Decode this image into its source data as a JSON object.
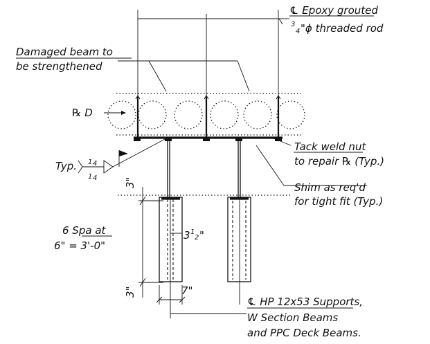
{
  "labels": {
    "epoxy_line1": "℄ Epoxy grouted",
    "epoxy_line2_num": "3",
    "epoxy_line2_den": "4",
    "epoxy_line2_text": "\"ϕ threaded rod",
    "damaged_line1": "Damaged beam to",
    "damaged_line2": "be strengthened",
    "plate_d": "℞ D",
    "tack_line1": "Tack weld nut",
    "tack_line2": "to repair ℞ (Typ.)",
    "typ": "Typ.",
    "weld_top": "1",
    "weld_top_den": "4",
    "weld_bot": "1",
    "weld_bot_den": "4",
    "shim_line1": "Shim as req'd",
    "shim_line2": "for tight fit (Typ.)",
    "dim_top": "3\"",
    "spa_line1": "6 Spa at",
    "spa_line2": "6\" = 3'-0\"",
    "dim_half": "3",
    "dim_half_frac": "1",
    "dim_half_frac2": "2",
    "dim_half_unit": "\"",
    "dim_bottom": "3\"",
    "dim_seven": "7\"",
    "hp_line1": "℄ HP 12x53 Supports,",
    "hp_line2": "W Section Beams",
    "hp_line3": "and PPC Deck Beams."
  }
}
